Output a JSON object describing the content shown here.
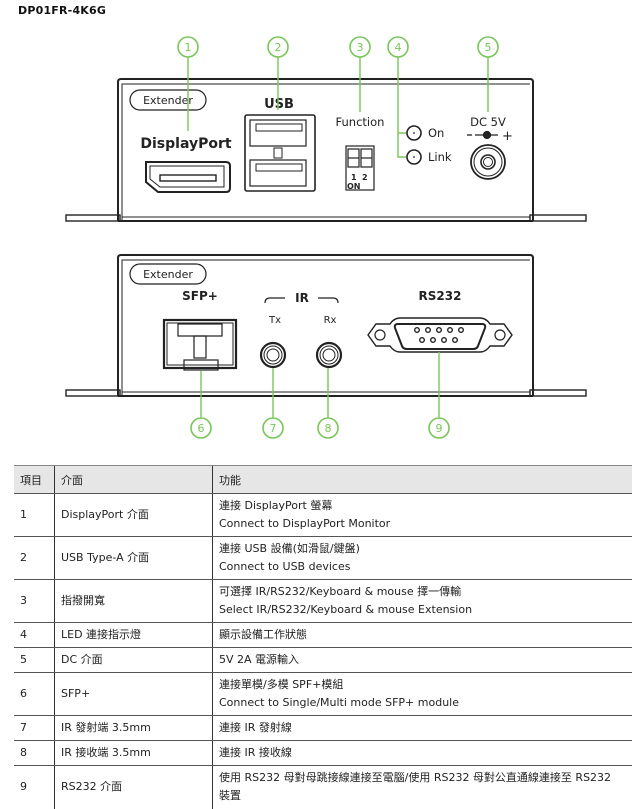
{
  "model": "DP01FR-4K6G",
  "front_panel": {
    "badge": "Extender",
    "labels": {
      "displayport": "DisplayPort",
      "usb": "USB",
      "function": "Function",
      "dip_num1": "1",
      "dip_num2": "2",
      "dip_on": "ON",
      "led_on": "On",
      "led_link": "Link",
      "dc": "DC 5V",
      "polarity_minus": "−",
      "polarity_plus": "+"
    },
    "callouts": [
      "1",
      "2",
      "3",
      "4",
      "5"
    ]
  },
  "rear_panel": {
    "badge": "Extender",
    "labels": {
      "sfp": "SFP+",
      "ir": "IR",
      "tx": "Tx",
      "rx": "Rx",
      "rs232": "RS232"
    },
    "callouts": [
      "6",
      "7",
      "8",
      "9"
    ]
  },
  "accent_color": "#7ac55a",
  "table": {
    "headers": [
      "項目",
      "介面",
      "功能"
    ],
    "rows": [
      {
        "item": "1",
        "interface": "DisplayPort 介面",
        "function": [
          "連接 DisplayPort 螢幕",
          "Connect to DisplayPort Monitor"
        ]
      },
      {
        "item": "2",
        "interface": "USB Type-A 介面",
        "function": [
          "連接 USB 設備(如滑鼠/鍵盤)",
          "Connect to USB devices"
        ]
      },
      {
        "item": "3",
        "interface": "指撥開寬",
        "function": [
          "可選擇 IR/RS232/Keyboard & mouse 擇一傳輸",
          "Select IR/RS232/Keyboard & mouse Extension"
        ]
      },
      {
        "item": "4",
        "interface": "LED 連接指示燈",
        "function": [
          "顯示設備工作狀態"
        ]
      },
      {
        "item": "5",
        "interface": "DC 介面",
        "function": [
          "5V 2A  電源輸入"
        ]
      },
      {
        "item": "6",
        "interface": "SFP+",
        "function": [
          "連接單模/多模 SPF+模組",
          "Connect to Single/Multi mode SFP+ module"
        ]
      },
      {
        "item": "7",
        "interface": "IR  發射端  3.5mm",
        "function": [
          "連接 IR 發射線"
        ]
      },
      {
        "item": "8",
        "interface": "IR  接收端  3.5mm",
        "function": [
          "連接 IR 接收線"
        ]
      },
      {
        "item": "9",
        "interface": "RS232 介面",
        "function": [
          "使用 RS232 母對母跳接線連接至電腦/使用 RS232 母對公直通線連接至 RS232",
          "裝置"
        ]
      }
    ]
  }
}
